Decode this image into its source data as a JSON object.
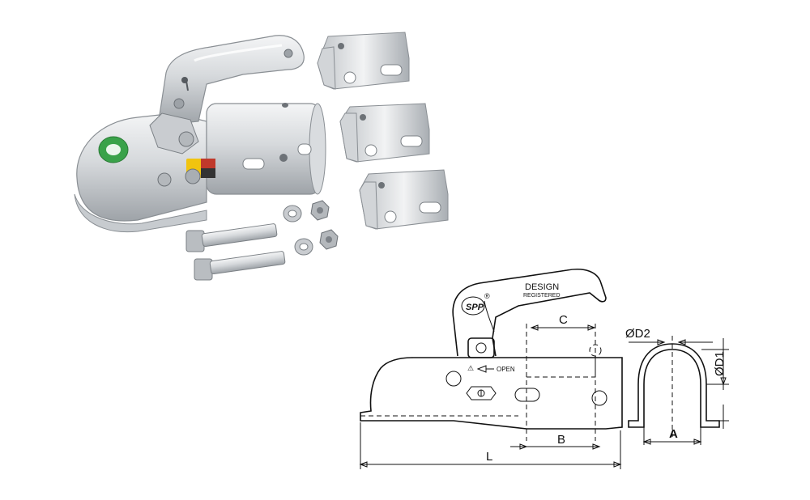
{
  "drawing": {
    "brand": "SPP",
    "registered_mark": "®",
    "design_line1": "DESIGN",
    "design_line2": "REGISTERED",
    "warning_symbol": "⚠",
    "open_label": "OPEN",
    "dim_c": "C",
    "dim_b": "B",
    "dim_l": "L",
    "dim_a": "A",
    "dim_d1": "ØD1",
    "dim_d2": "ØD2"
  },
  "colors": {
    "metal_light": "#e8eaec",
    "metal_mid": "#b8bcc1",
    "metal_dark": "#7d8288",
    "badge_green": "#3aa24a",
    "sticker_red": "#c0392b",
    "sticker_yellow": "#f1c40f",
    "line": "#111111"
  }
}
